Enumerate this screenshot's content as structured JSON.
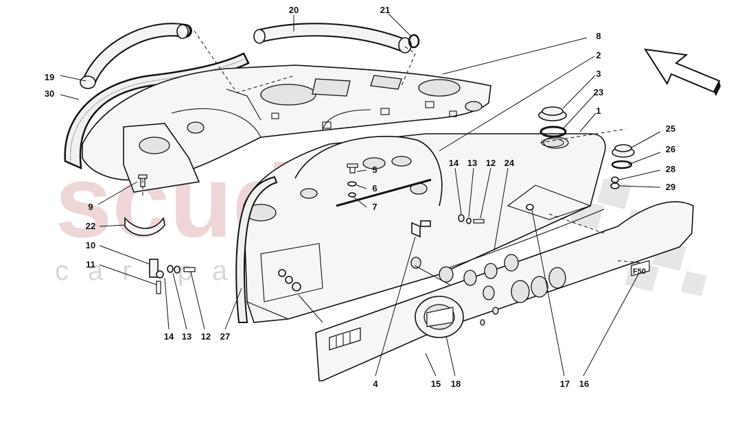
{
  "watermark": {
    "brand": "scuderia",
    "sub": "car parts"
  },
  "badge_text": "F50",
  "colors": {
    "line": "#111111",
    "watermark_red": "#e3b6b6",
    "watermark_grey": "#bdbdbd"
  },
  "callouts": [
    "20",
    "21",
    "8",
    "2",
    "3",
    "23",
    "1",
    "25",
    "26",
    "28",
    "29",
    "19",
    "30",
    "5",
    "6",
    "7",
    "14",
    "13",
    "12",
    "24",
    "9",
    "22",
    "10",
    "11",
    "14",
    "13",
    "12",
    "27",
    "4",
    "15",
    "18",
    "17",
    "16"
  ]
}
